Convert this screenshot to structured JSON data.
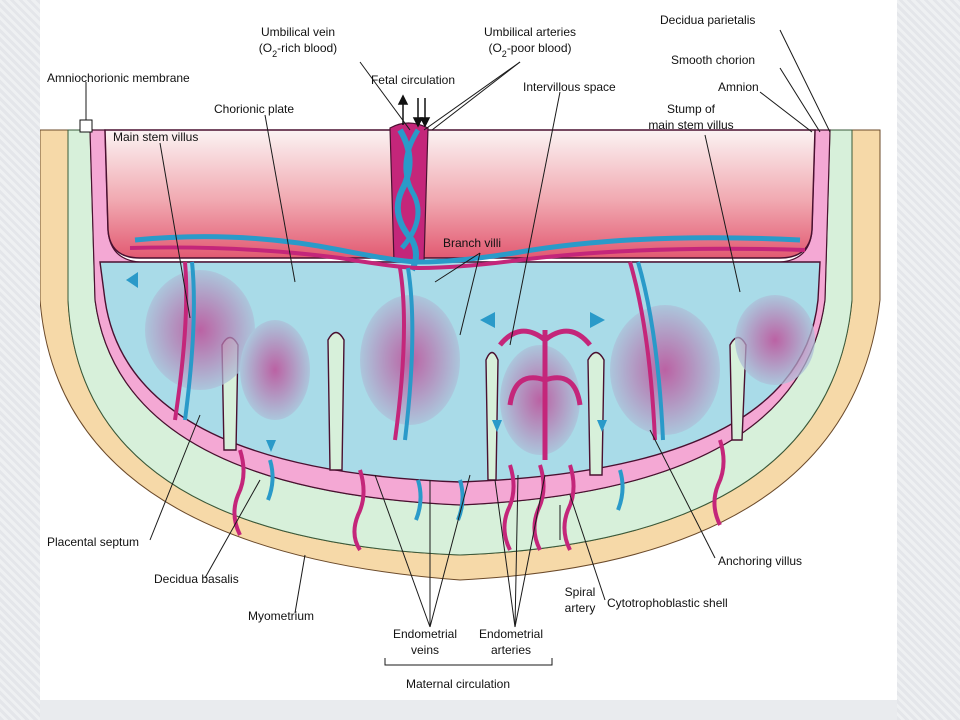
{
  "labels": {
    "umbilical_vein_1": "Umbilical vein",
    "umbilical_vein_2": "(O",
    "umbilical_vein_sub": "2",
    "umbilical_vein_3": "-rich blood)",
    "umbilical_arteries_1": "Umbilical arteries",
    "umbilical_arteries_2": "(O",
    "umbilical_arteries_sub": "2",
    "umbilical_arteries_3": "-poor blood)",
    "decidua_parietalis": "Decidua parietalis",
    "amniochorionic_membrane": "Amniochorionic membrane",
    "fetal_circulation": "Fetal circulation",
    "smooth_chorion": "Smooth chorion",
    "intervillous_space": "Intervillous space",
    "amnion": "Amnion",
    "chorionic_plate": "Chorionic plate",
    "stump_1": "Stump of",
    "stump_2": "main stem villus",
    "main_stem_villus": "Main stem villus",
    "branch_villi": "Branch villi",
    "placental_septum": "Placental septum",
    "decidua_basalis": "Decidua basalis",
    "myometrium": "Myometrium",
    "anchoring_villus": "Anchoring villus",
    "spiral_1": "Spiral",
    "spiral_2": "artery",
    "cytotrophoblastic_shell": "Cytotrophoblastic shell",
    "endometrial_veins_1": "Endometrial",
    "endometrial_veins_2": "veins",
    "endometrial_arteries_1": "Endometrial",
    "endometrial_arteries_2": "arteries",
    "maternal_circulation": "Maternal circulation"
  },
  "colors": {
    "background_margin": "#e9ebee",
    "myometrium": "#f6d9a8",
    "decidua": "#d7f0da",
    "chorion_pink": "#f4a8d4",
    "amniotic_gradient_top": "#f8f4f4",
    "amniotic_gradient_bottom": "#e9677d",
    "intervillous": "#a9dbe8",
    "vessel_blue": "#2a9ac9",
    "vessel_magenta": "#c4267a",
    "outline": "#4a1030"
  }
}
